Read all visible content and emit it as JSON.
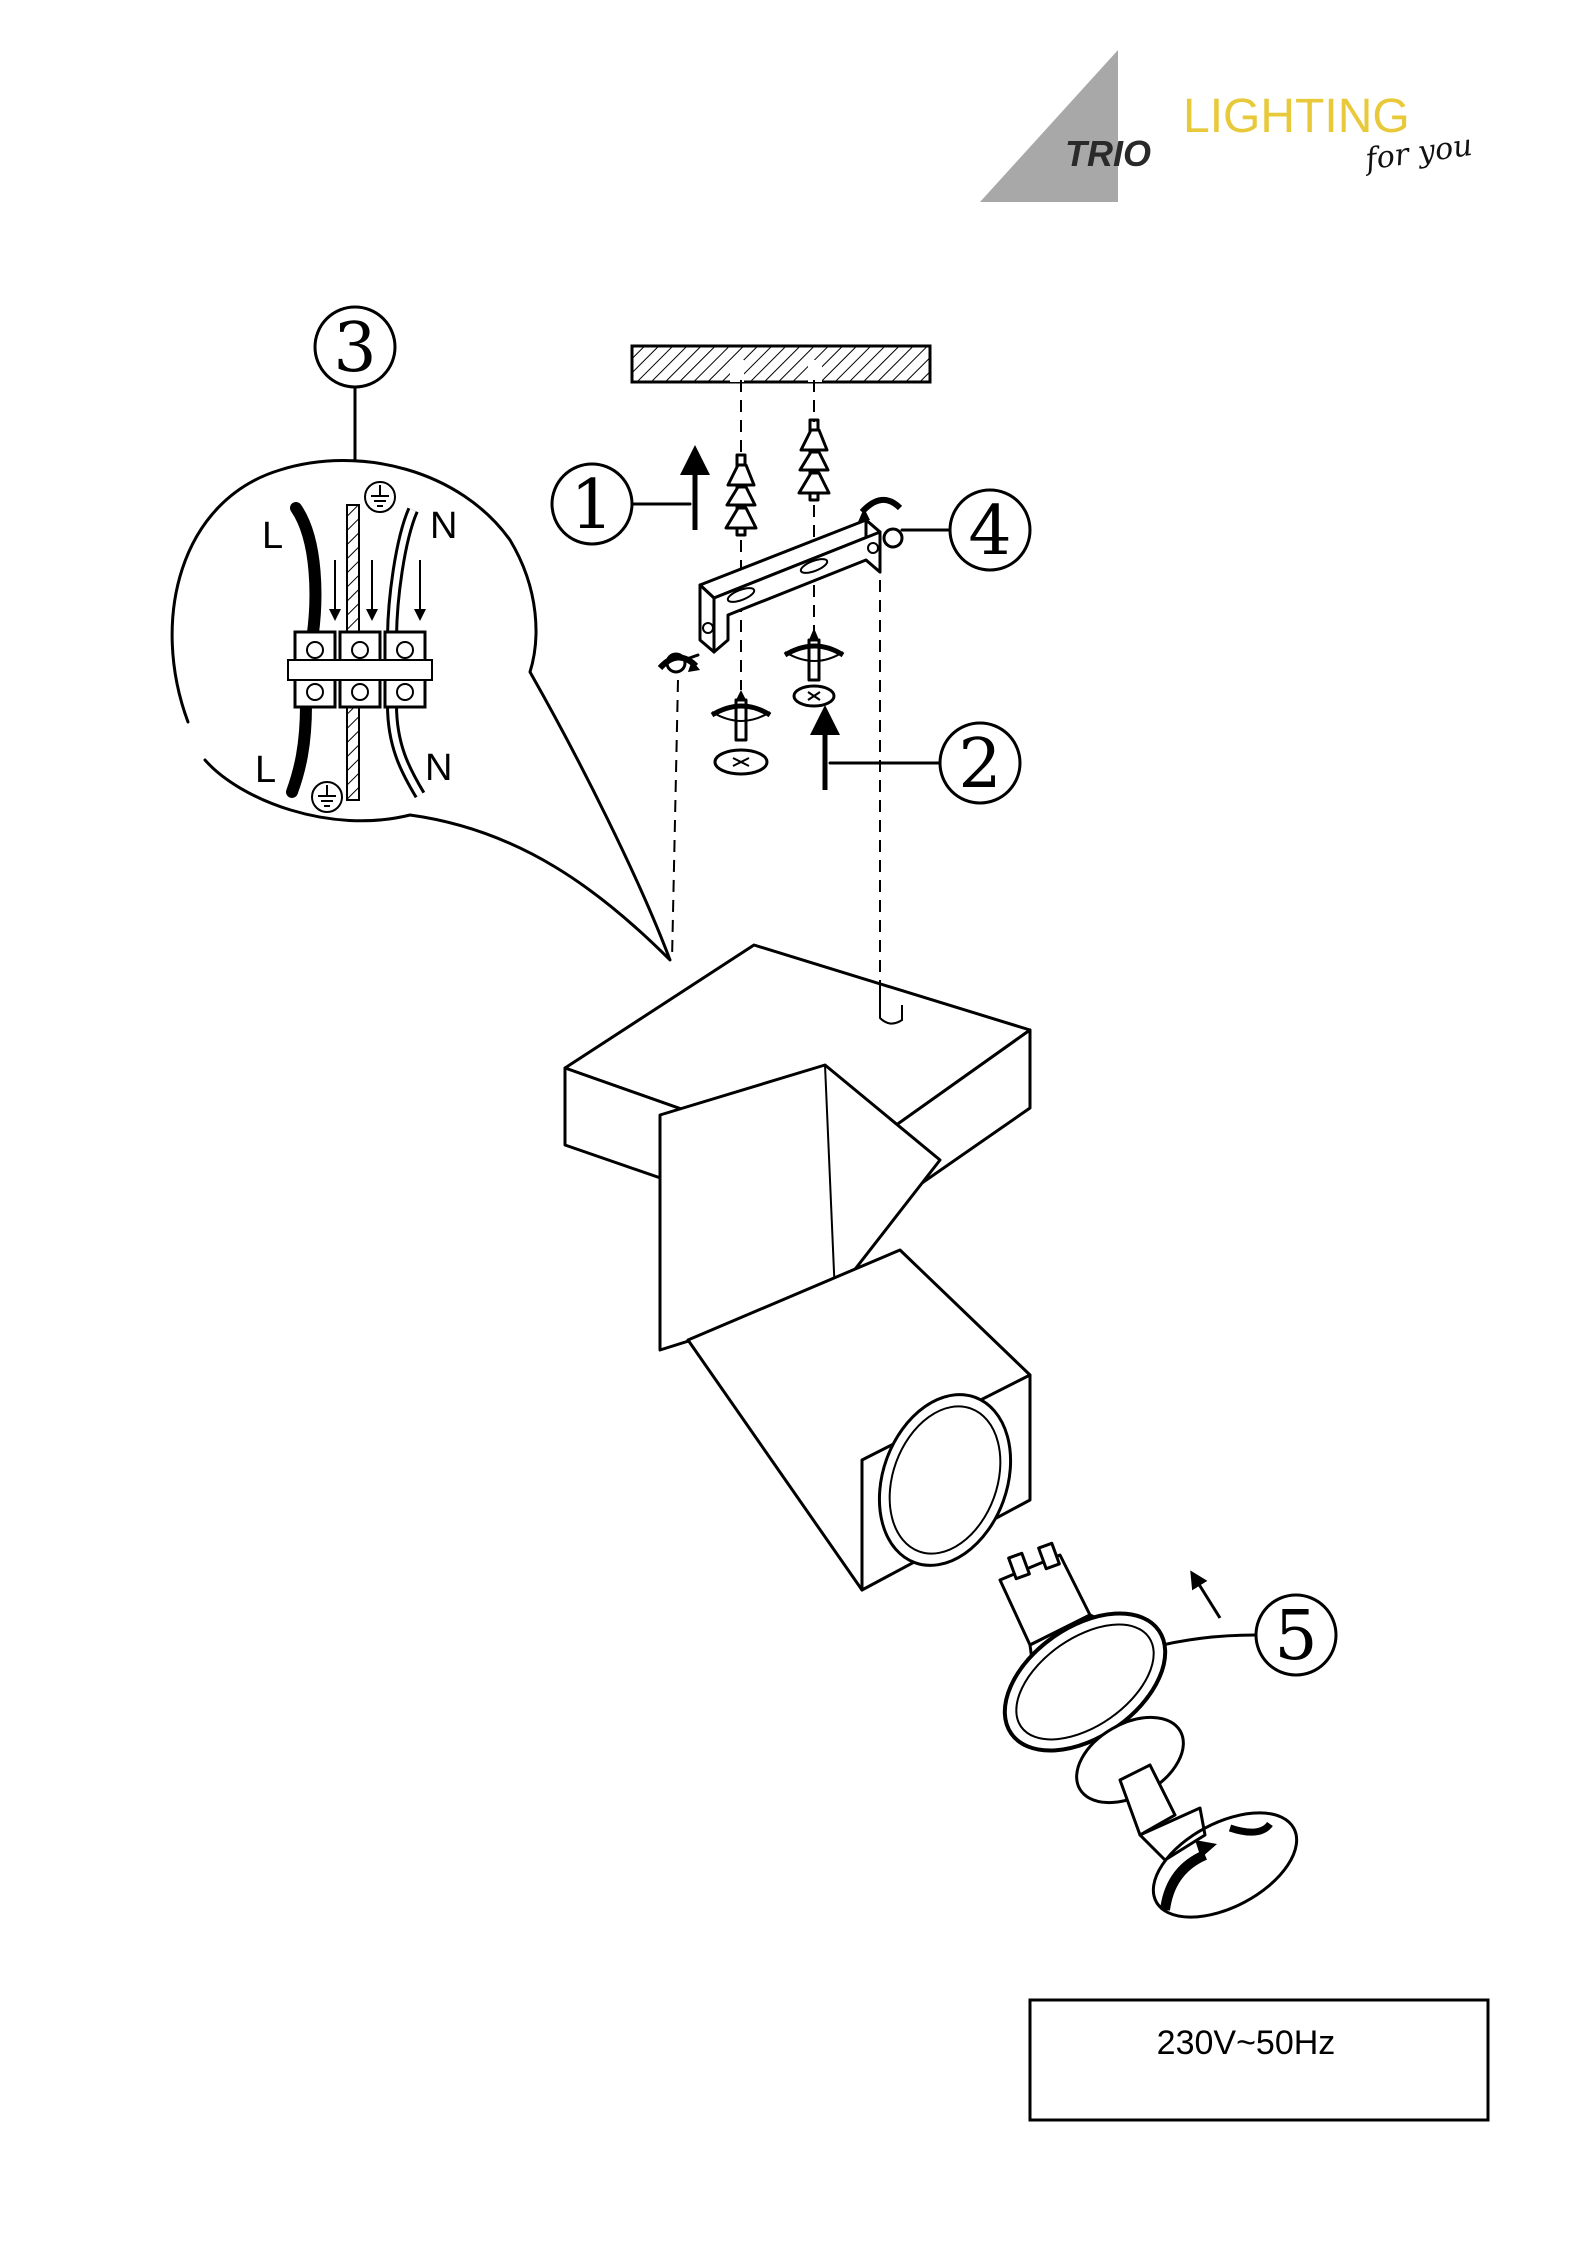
{
  "logo": {
    "brand": "TRIO",
    "wordmark": "LIGHTING",
    "tagline": "for you",
    "colors": {
      "triangle": "#a8a8a8",
      "wordmark": "#e8c93a"
    }
  },
  "steps": [
    {
      "id": "1",
      "label": "1"
    },
    {
      "id": "2",
      "label": "2"
    },
    {
      "id": "3",
      "label": "3"
    },
    {
      "id": "4",
      "label": "4"
    },
    {
      "id": "5",
      "label": "5"
    }
  ],
  "wiring": {
    "live_top": "L",
    "neutral_top": "N",
    "live_bottom": "L",
    "neutral_bottom": "N"
  },
  "voltage_box": {
    "text": "230V~50Hz"
  }
}
